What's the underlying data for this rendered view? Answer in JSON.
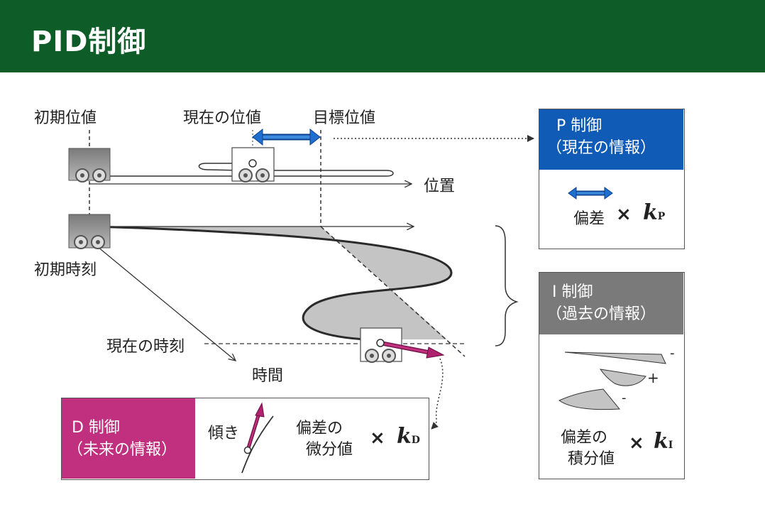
{
  "header": {
    "title": "PID制御"
  },
  "labels": {
    "initial_position": "初期位値",
    "current_position": "現在の位値",
    "target_position": "目標位値",
    "position_axis": "位置",
    "initial_time": "初期時刻",
    "current_time": "現在の時刻",
    "time_axis": "時間"
  },
  "p_panel": {
    "title": "P 制御",
    "subtitle": "（現在の情報）",
    "term": "偏差",
    "times": "×",
    "k": "k",
    "sub": "P"
  },
  "i_panel": {
    "title": "I 制御",
    "subtitle": "（過去の情報）",
    "sign_minus_1": "-",
    "sign_plus": "+",
    "sign_minus_2": "-",
    "term_line1": "偏差の",
    "term_line2": "積分値",
    "times": "×",
    "k": "k",
    "sub": "I"
  },
  "d_panel": {
    "title": "D 制御",
    "subtitle": "（未来の情報）",
    "slope": "傾き",
    "term_line1": "偏差の",
    "term_line2": "微分値",
    "times": "×",
    "k": "k",
    "sub": "D"
  },
  "colors": {
    "header": "#0e5c28",
    "p_head": "#0f5bb5",
    "i_head": "#7a7a7a",
    "d_head": "#c0307e",
    "arrow_blue": "#1f6fd0",
    "arrow_magenta": "#b0226f"
  }
}
